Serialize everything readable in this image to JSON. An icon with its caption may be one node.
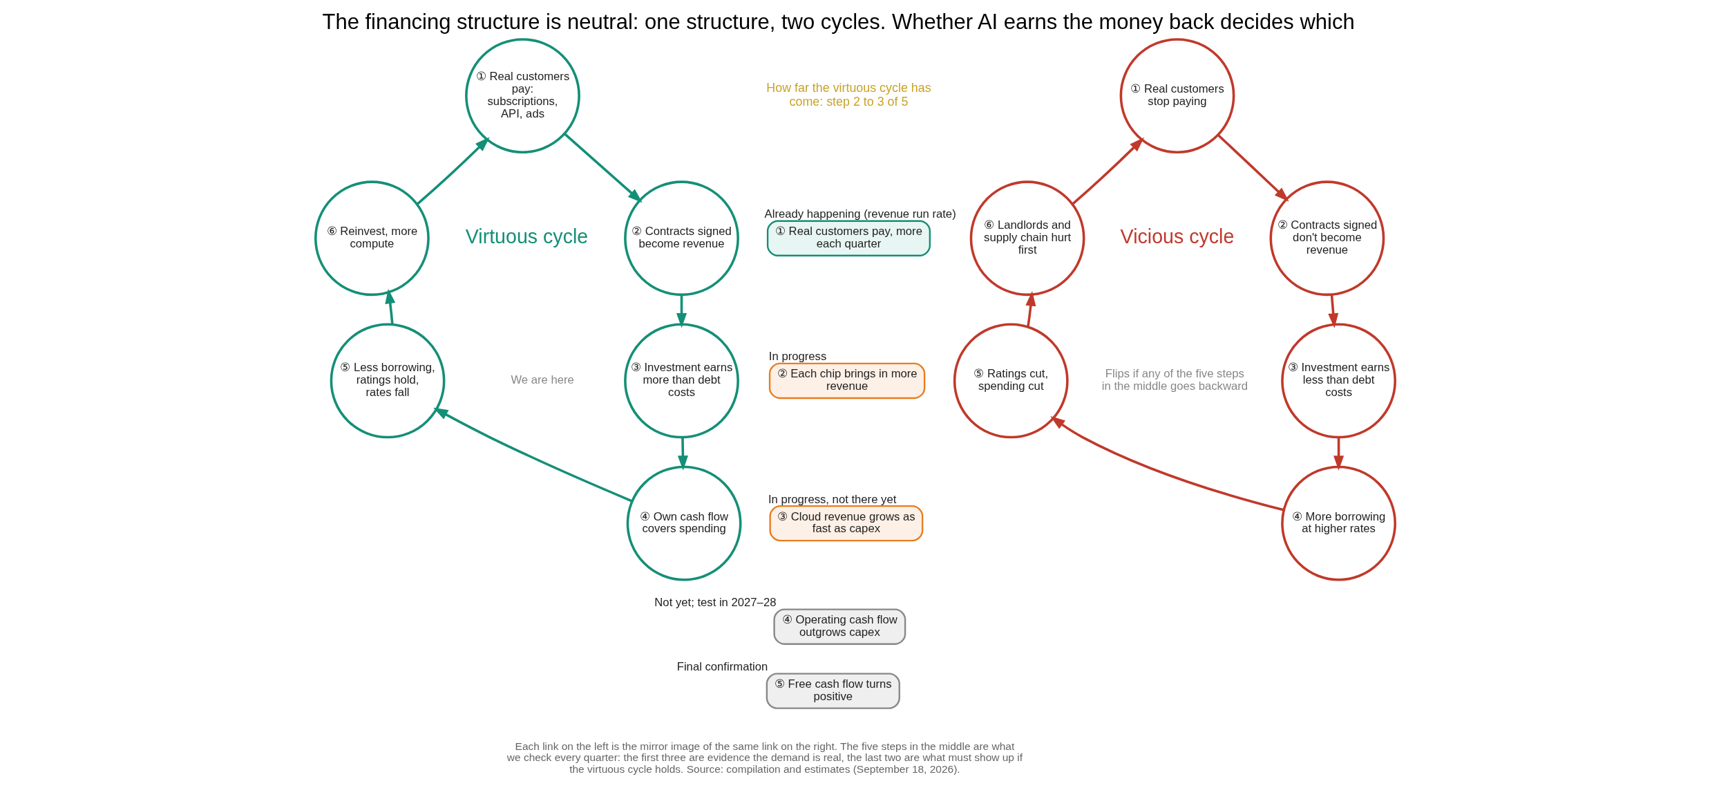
{
  "diagram": {
    "title": "The financing structure is neutral: one structure, two cycles. Whether AI earns the money back decides which",
    "caption": "Each link on the left is the mirror image of the same link on the right. The five steps in the middle are what we check every quarter: the first three are evidence the demand is real, the last two are what must show up if the virtuous cycle holds. Source: compilation and estimates (September 18, 2026).",
    "nodes": [
      {
        "text": [
          "① Real customers pay: subscriptions, API, ads"
        ]
      },
      {
        "text": [
          "② Contracts signed become revenue"
        ]
      },
      {
        "text": [
          "③ Investment earns more than debt costs"
        ]
      },
      {
        "text": [
          "④ Own cash flow covers spending"
        ]
      },
      {
        "text": [
          "⑤ Less borrowing, ratings hold, rates fall"
        ]
      },
      {
        "text": [
          "⑥ Reinvest, more compute"
        ]
      },
      {
        "text": [
          "① Real customers stop paying"
        ]
      },
      {
        "text": [
          "② Contracts signed don't become revenue"
        ]
      },
      {
        "text": [
          "③ Investment earns less than debt costs"
        ]
      },
      {
        "text": [
          "④ More borrowing at higher rates"
        ]
      },
      {
        "text": [
          "⑤ Ratings cut, spending cut"
        ]
      },
      {
        "text": [
          "⑥ Landlords and supply chain hurt first"
        ]
      },
      {
        "text": [
          "① Real customers pay, more each quarter"
        ],
        "beside": [
          "Already happening (revenue run rate)"
        ]
      },
      {
        "text": [
          "② Each chip brings in more revenue"
        ],
        "beside": [
          "In progress"
        ]
      },
      {
        "text": [
          "③ Cloud revenue grows as fast as capex"
        ],
        "beside": [
          "In progress, not there yet"
        ]
      },
      {
        "text": [
          "④ Operating cash flow outgrows capex"
        ],
        "beside": [
          "Not yet; test in 2027–28"
        ]
      },
      {
        "text": [
          "⑤ Free cash flow turns positive"
        ],
        "beside": [
          "Final confirmation"
        ]
      }
    ],
    "edges": [
      {
        "from": 0,
        "to": 1,
        "arrow": "to",
        "color": "#148f77"
      },
      {
        "from": 1,
        "to": 2,
        "arrow": "to",
        "color": "#148f77"
      },
      {
        "from": 2,
        "to": 3,
        "arrow": "to",
        "color": "#148f77"
      },
      {
        "from": 3,
        "to": 4,
        "arrow": "to",
        "color": "#148f77"
      },
      {
        "from": 4,
        "to": 5,
        "arrow": "to",
        "color": "#148f77"
      },
      {
        "from": 5,
        "to": 0,
        "arrow": "to",
        "color": "#148f77"
      },
      {
        "from": 6,
        "to": 7,
        "arrow": "to",
        "color": "#c0392b"
      },
      {
        "from": 7,
        "to": 8,
        "arrow": "to",
        "color": "#c0392b"
      },
      {
        "from": 8,
        "to": 9,
        "arrow": "to",
        "color": "#c0392b"
      },
      {
        "from": 9,
        "to": 10,
        "arrow": "to",
        "color": "#c0392b"
      },
      {
        "from": 10,
        "to": 11,
        "arrow": "to",
        "color": "#c0392b"
      },
      {
        "from": 11,
        "to": 6,
        "arrow": "to",
        "color": "#c0392b"
      }
    ],
    "labels": [
      "How far the virtuous cycle has come: step 2 to 3 of 5",
      "Virtuous cycle",
      "We are here",
      "Vicious cycle",
      "Flips if any of the five steps in the middle goes backward"
    ]
  }
}
